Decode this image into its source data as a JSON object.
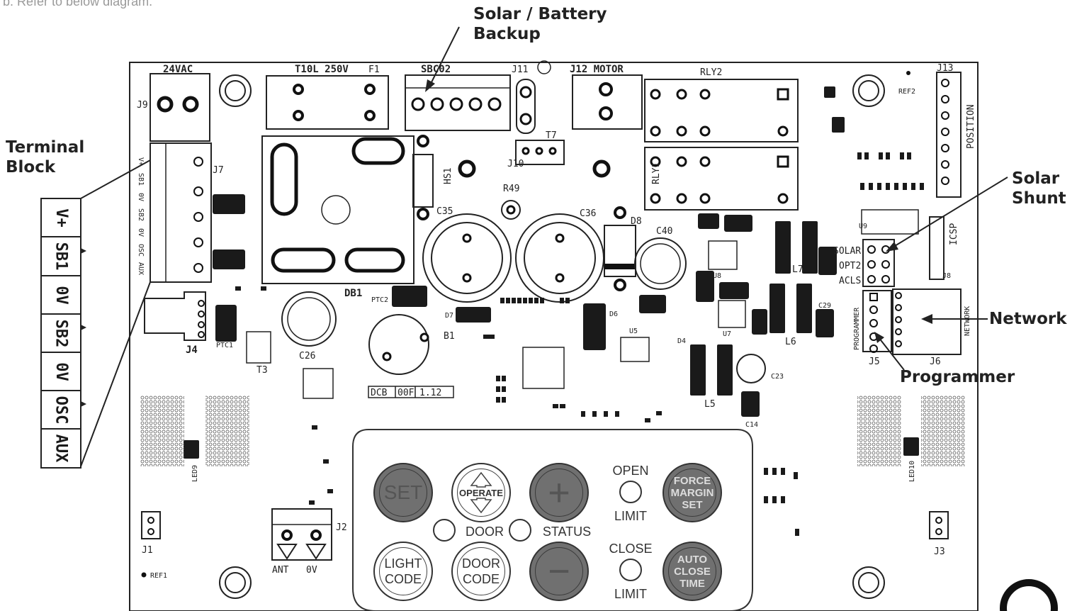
{
  "intro_text": "b. Refer to below diagram.",
  "callouts": {
    "solar_battery": "Solar / Battery\nBackup",
    "terminal_block": "Terminal\nBlock",
    "solar_shunt": "Solar\nShunt",
    "network": "Network",
    "programmer": "Programmer"
  },
  "terminal_block_labels": [
    "V+",
    "SB1",
    "0V",
    "SB2",
    "0V",
    "OSC",
    "AUX"
  ],
  "silkscreen": {
    "j9_volt": "24VAC",
    "j9": "J9",
    "fuse": "T10L 250V",
    "f1": "F1",
    "sbc": "SBC02",
    "j11": "J11",
    "j12": "J12 MOTOR",
    "rly2": "RLY2",
    "rly1": "RLY1",
    "j13": "J13",
    "position": "POSITION",
    "ref2": "REF2",
    "ref1": "REF1",
    "j7": "J7",
    "j10": "J10",
    "t7": "T7",
    "hs1": "HS1",
    "db1": "DB1",
    "r49": "R49",
    "c35": "C35",
    "c36": "C36",
    "c40": "C40",
    "d8": "D8",
    "c26": "C26",
    "b1": "B1",
    "dcb": "DCB",
    "dcb_rev": "00F",
    "dcb_ver": "1.12",
    "j4": "J4",
    "ptc1": "PTC1",
    "ptc2": "PTC2",
    "t3": "T3",
    "l5": "L5",
    "l6": "L6",
    "l7": "L7",
    "c14": "C14",
    "c23": "C23",
    "c29": "C29",
    "icsp": "ICSP",
    "solar": "SOLAR",
    "opt2": "OPT2",
    "acls": "ACLS",
    "j8": "J8",
    "j5": "J5",
    "j6": "J6",
    "programmer_silk": "PROGRAMMER",
    "network_silk": "NETWORK",
    "j1": "J1",
    "j2": "J2",
    "j3": "J3",
    "ant": "ANT",
    "zero_v": "0V",
    "led9": "LED9",
    "led10": "LED10",
    "u5": "U5",
    "u7": "U7",
    "u8": "U8",
    "u9": "U9",
    "d4": "D4",
    "d6": "D6",
    "d7": "D7"
  },
  "control_panel": {
    "set": "SET",
    "operate": "OPERATE",
    "plus": "+",
    "minus": "−",
    "open": "OPEN",
    "limit": "LIMIT",
    "close": "CLOSE",
    "force_margin_set": "FORCE\nMARGIN\nSET",
    "light_code": "LIGHT\nCODE",
    "door_code": "DOOR\nCODE",
    "door": "DOOR",
    "status": "STATUS",
    "auto_close_time": "AUTO\nCLOSE\nTIME"
  },
  "colors": {
    "board_outline": "#222222",
    "dark_button": "#707070",
    "component_black": "#1a1a1a"
  }
}
